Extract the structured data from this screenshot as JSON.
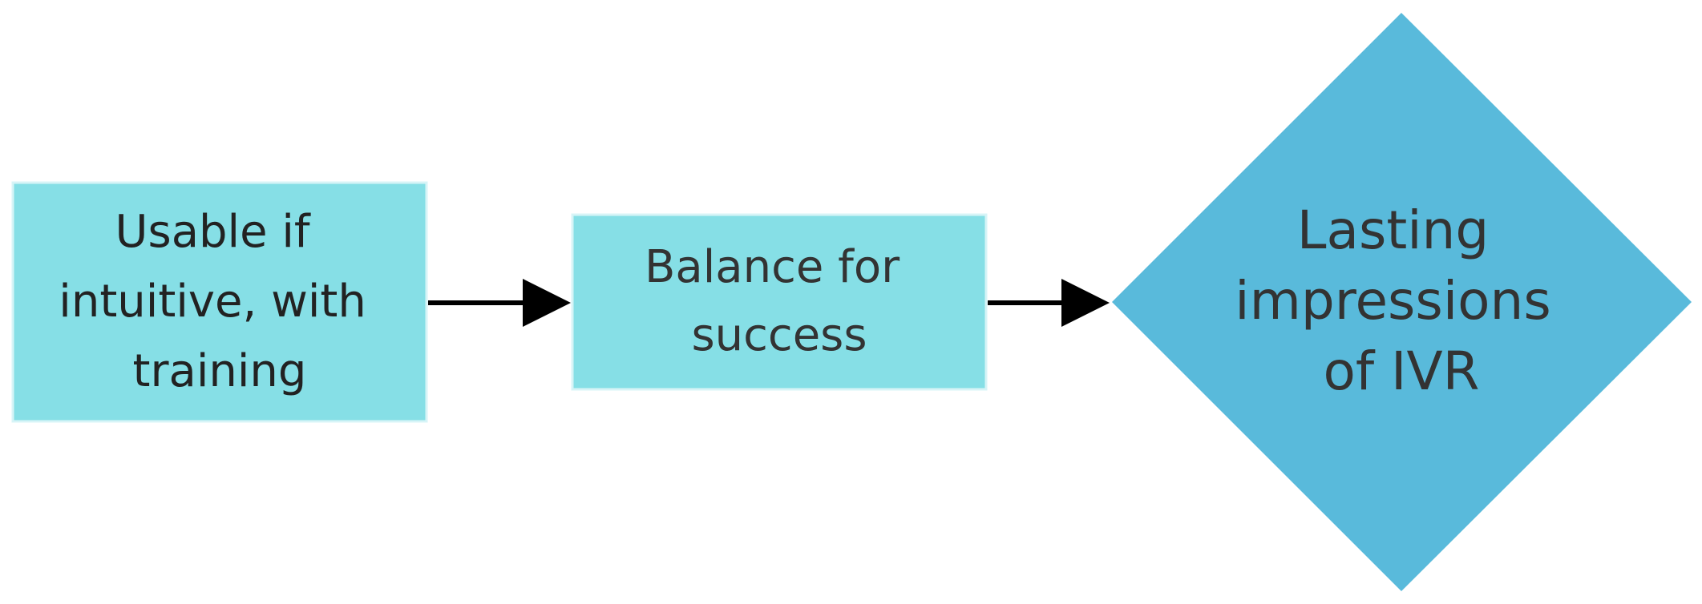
{
  "colors": {
    "box_fill": "#86DFE6",
    "box_border": "#D7F4F7",
    "diamond_fill": "#59BADB",
    "arrow": "#000000",
    "text": "#333333"
  },
  "nodes": {
    "box1": {
      "lines": [
        "Usable if",
        "intuitive, with",
        "training"
      ]
    },
    "box2": {
      "lines": [
        "Balance for",
        "success"
      ]
    },
    "diamond": {
      "lines": [
        "Lasting",
        "impressions",
        "of IVR"
      ]
    }
  }
}
